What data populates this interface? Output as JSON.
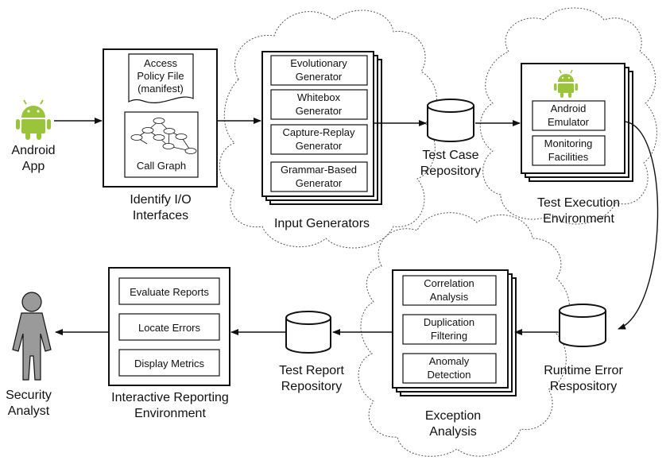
{
  "colors": {
    "android_green": "#9ac43a",
    "analyst_gray": "#9a9a9a",
    "line": "#111111"
  },
  "icons": {
    "android_app": "android-robot-icon",
    "emulator": "android-robot-icon",
    "analyst": "person-figure-icon",
    "repository": "database-cylinder-icon"
  },
  "android_app": {
    "line1": "Android",
    "line2": "App"
  },
  "identify": {
    "access_policy": [
      "Access",
      "Policy File",
      "(manifest)"
    ],
    "call_graph": "Call Graph",
    "caption": [
      "Identify I/O",
      "Interfaces"
    ]
  },
  "input_generators": {
    "items": [
      [
        "Evolutionary",
        "Generator"
      ],
      [
        "Whitebox",
        "Generator"
      ],
      [
        "Capture-Replay",
        "Generator"
      ],
      [
        "Grammar-Based",
        "Generator"
      ]
    ],
    "caption": "Input Generators"
  },
  "test_case_repo": {
    "caption": [
      "Test Case",
      "Repository"
    ]
  },
  "test_execution": {
    "items": [
      [
        "Android",
        "Emulator"
      ],
      [
        "Monitoring",
        "Facilities"
      ]
    ],
    "caption": [
      "Test Execution",
      "Environment"
    ]
  },
  "runtime_error_repo": {
    "caption": [
      "Runtime Error",
      "Respository"
    ]
  },
  "exception_analysis": {
    "items": [
      [
        "Correlation",
        "Analysis"
      ],
      [
        "Duplication",
        "Filtering"
      ],
      [
        "Anomaly",
        "Detection"
      ]
    ],
    "caption": [
      "Exception",
      "Analysis"
    ]
  },
  "test_report_repo": {
    "caption": [
      "Test Report",
      "Repository"
    ]
  },
  "reporting": {
    "items": [
      "Evaluate Reports",
      "Locate Errors",
      "Display Metrics"
    ],
    "caption": [
      "Interactive Reporting",
      "Environment"
    ]
  },
  "analyst": {
    "caption": [
      "Security",
      "Analyst"
    ]
  }
}
